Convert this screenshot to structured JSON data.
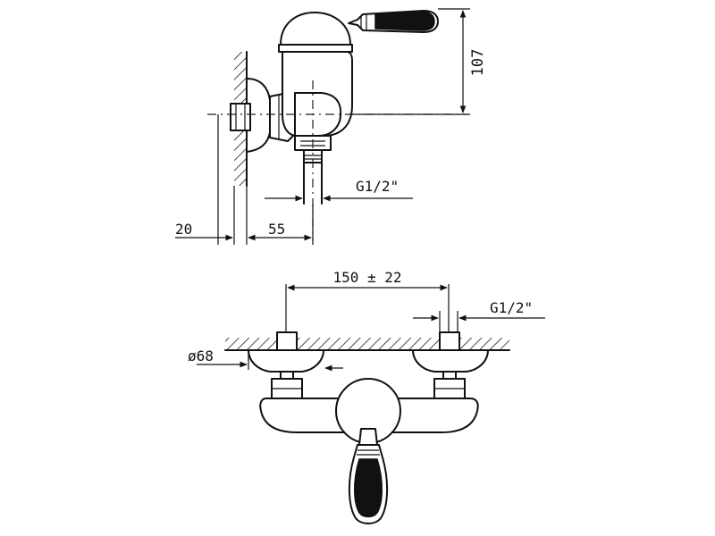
{
  "side_view": {
    "dim_height": "107",
    "dim_wall": "20",
    "dim_offset": "55",
    "thread": "G1/2\""
  },
  "front_view": {
    "dim_center": "150 ± 22",
    "thread": "G1/2\"",
    "dim_rosette": "ø68"
  }
}
